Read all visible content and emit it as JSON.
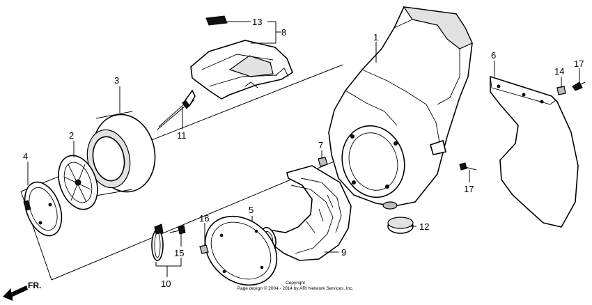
{
  "labels": {
    "p1": "1",
    "p2": "2",
    "p3": "3",
    "p4": "4",
    "p5": "5",
    "p6": "6",
    "p7": "7",
    "p8": "8",
    "p9": "9",
    "p10": "10",
    "p11": "11",
    "p12": "12",
    "p13": "13",
    "p14": "14",
    "p15": "15",
    "p16": "16",
    "p17a": "17",
    "p17b": "17"
  },
  "direction": "FR.",
  "copyright": {
    "line1": "Copyright",
    "line2": "Page design © 2004 - 2014 by ARI Network Services, Inc."
  }
}
